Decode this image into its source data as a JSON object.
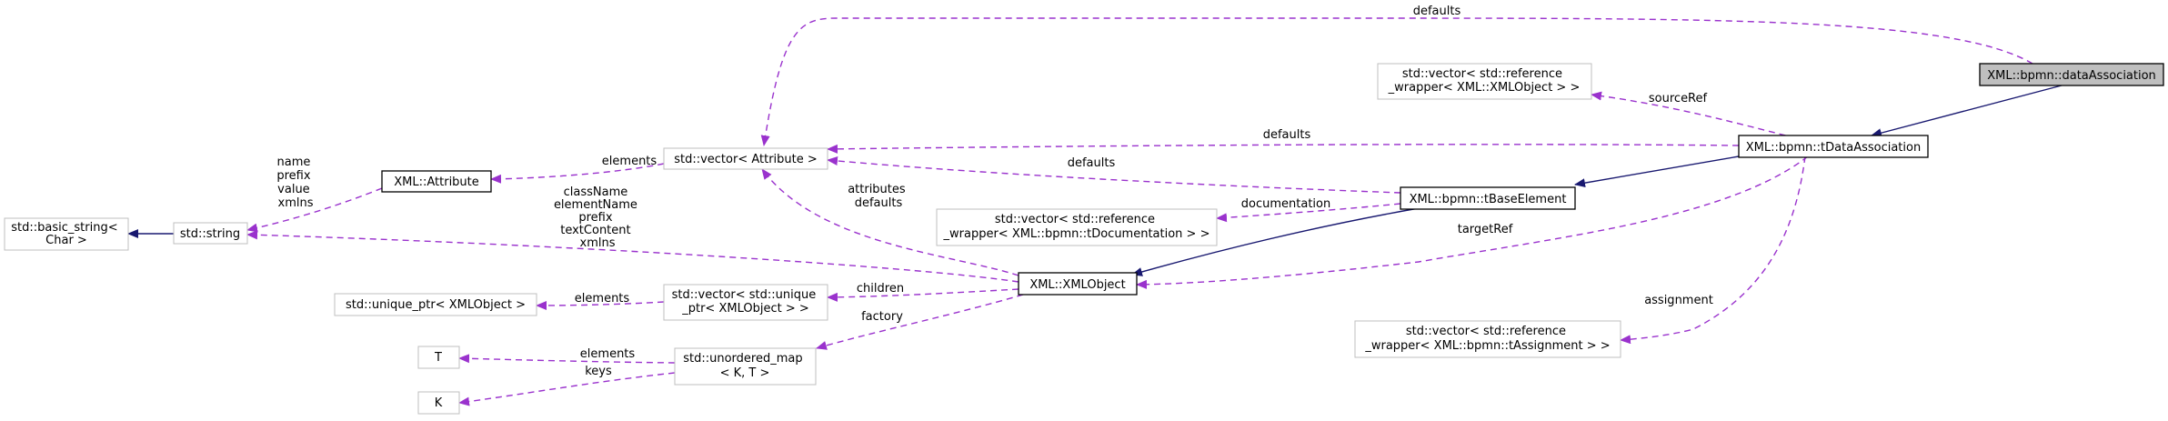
{
  "colors": {
    "usage_edge": "#9a32cd",
    "inheritance_edge": "#191970",
    "focus_fill": "#bfbfbf",
    "plain_border": "#bfbfbf"
  },
  "nodes": {
    "basic_string": {
      "lines": [
        "std::basic_string<",
        "Char >"
      ]
    },
    "string": {
      "lines": [
        "std::string"
      ]
    },
    "attribute": {
      "lines": [
        "XML::Attribute"
      ]
    },
    "vector_attribute": {
      "lines": [
        "std::vector< Attribute >"
      ]
    },
    "vector_ref_xmlobject": {
      "lines": [
        "std::vector< std::reference",
        "_wrapper< XML::XMLObject > >"
      ]
    },
    "data_association": {
      "lines": [
        "XML::bpmn::dataAssociation"
      ]
    },
    "t_data_association": {
      "lines": [
        "XML::bpmn::tDataAssociation"
      ]
    },
    "t_base_element": {
      "lines": [
        "XML::bpmn::tBaseElement"
      ]
    },
    "vector_ref_documentation": {
      "lines": [
        "std::vector< std::reference",
        "_wrapper< XML::bpmn::tDocumentation > >"
      ]
    },
    "xml_object": {
      "lines": [
        "XML::XMLObject"
      ]
    },
    "unique_ptr_xmlobject": {
      "lines": [
        "std::unique_ptr< XMLObject >"
      ]
    },
    "vector_unique_ptr": {
      "lines": [
        "std::vector< std::unique",
        "_ptr< XMLObject > >"
      ]
    },
    "vector_ref_assignment": {
      "lines": [
        "std::vector< std::reference",
        "_wrapper< XML::bpmn::tAssignment > >"
      ]
    },
    "t": {
      "lines": [
        "T"
      ]
    },
    "k": {
      "lines": [
        "K"
      ]
    },
    "unordered_map": {
      "lines": [
        "std::unordered_map",
        "< K, T >"
      ]
    }
  },
  "edge_labels": {
    "string_to_basic": [],
    "attribute_to_string": [
      "name",
      "prefix",
      "value",
      "xmlns"
    ],
    "xmlobject_to_string": [
      "className",
      "elementName",
      "prefix",
      "textContent",
      "xmlns"
    ],
    "vecattr_to_attribute": [
      "elements"
    ],
    "dataassoc_to_vecattr": [
      "defaults"
    ],
    "tdataassoc_to_vecattr": [
      "defaults"
    ],
    "tbase_to_vecattr": [
      "defaults"
    ],
    "xmlobject_to_vecattr": [
      "attributes",
      "defaults"
    ],
    "tdataassoc_to_vecrefxml": [
      "sourceRef"
    ],
    "tbase_to_vecdoc": [
      "documentation"
    ],
    "tdataassoc_to_xmlobject": [
      "targetRef"
    ],
    "tdataassoc_to_vecassign": [
      "assignment"
    ],
    "xmlobject_to_vecunique": [
      "children"
    ],
    "vecunique_to_uniqueptr": [
      "elements"
    ],
    "xmlobject_to_unordered": [
      "factory"
    ],
    "unordered_to_t": [
      "elements"
    ],
    "unordered_to_k": [
      "keys"
    ]
  }
}
